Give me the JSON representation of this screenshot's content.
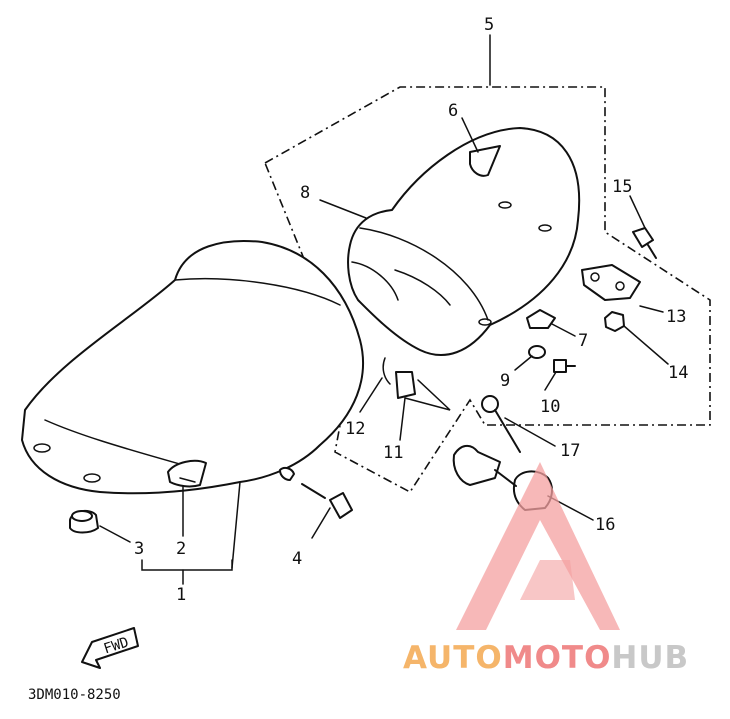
{
  "callouts": {
    "c1": "1",
    "c2": "2",
    "c3": "3",
    "c4": "4",
    "c5": "5",
    "c6": "6",
    "c7": "7",
    "c8": "8",
    "c9": "9",
    "c10": "10",
    "c11": "11",
    "c12": "12",
    "c13": "13",
    "c14": "14",
    "c15": "15",
    "c16": "16",
    "c17": "17"
  },
  "fwd_label": "FWD",
  "diagram_code": "3DM010-8250",
  "watermark": {
    "part1": "AUTO",
    "part2": "MOTO",
    "part3": "HUB",
    "colors": {
      "part1": "#f5b56a",
      "part2": "#f08a8a",
      "part3": "#c8c8c8",
      "triangle": "#f4a0a0"
    }
  }
}
